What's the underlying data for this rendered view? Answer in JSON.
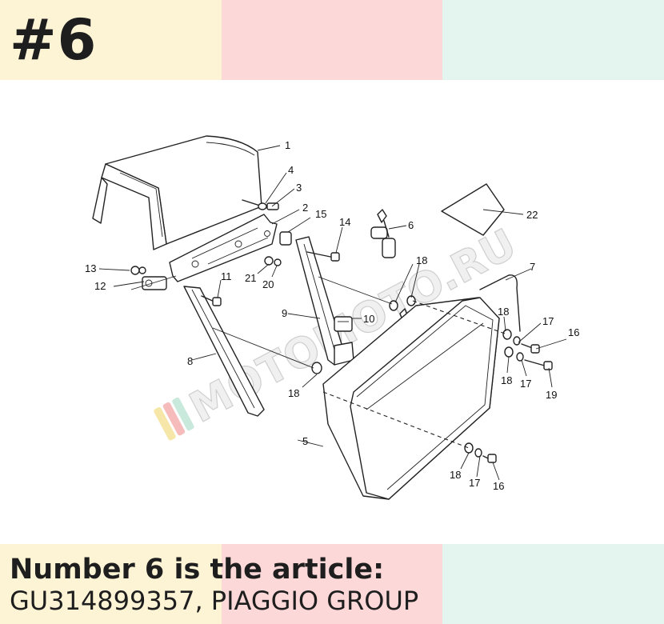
{
  "badge": {
    "text": "#6"
  },
  "caption": {
    "line1": "Number 6 is the article:",
    "line2": "GU314899357, PIAGGIO GROUP"
  },
  "watermark": {
    "text": "MOTOMOTO.RU"
  },
  "colors": {
    "band_yellow": "#fdf4d6",
    "band_pink": "#fcd8d8",
    "band_mint": "#e4f4ee",
    "ink": "#1e1e1e"
  },
  "callouts": [
    {
      "id": "c1",
      "text": "1"
    },
    {
      "id": "c2",
      "text": "2"
    },
    {
      "id": "c3",
      "text": "3"
    },
    {
      "id": "c4",
      "text": "4"
    },
    {
      "id": "c5",
      "text": "5"
    },
    {
      "id": "c6",
      "text": "6"
    },
    {
      "id": "c7",
      "text": "7"
    },
    {
      "id": "c8",
      "text": "8"
    },
    {
      "id": "c9",
      "text": "9"
    },
    {
      "id": "c10",
      "text": "10"
    },
    {
      "id": "c11",
      "text": "11"
    },
    {
      "id": "c12",
      "text": "12"
    },
    {
      "id": "c13",
      "text": "13"
    },
    {
      "id": "c14",
      "text": "14"
    },
    {
      "id": "c15",
      "text": "15"
    },
    {
      "id": "c16a",
      "text": "16"
    },
    {
      "id": "c16b",
      "text": "16"
    },
    {
      "id": "c17a",
      "text": "17"
    },
    {
      "id": "c17b",
      "text": "17"
    },
    {
      "id": "c17c",
      "text": "17"
    },
    {
      "id": "c18a",
      "text": "18"
    },
    {
      "id": "c18b",
      "text": "18"
    },
    {
      "id": "c18c",
      "text": "18"
    },
    {
      "id": "c18d",
      "text": "18"
    },
    {
      "id": "c18e",
      "text": "18"
    },
    {
      "id": "c19",
      "text": "19"
    },
    {
      "id": "c20",
      "text": "20"
    },
    {
      "id": "c21",
      "text": "21"
    },
    {
      "id": "c22",
      "text": "22"
    }
  ]
}
